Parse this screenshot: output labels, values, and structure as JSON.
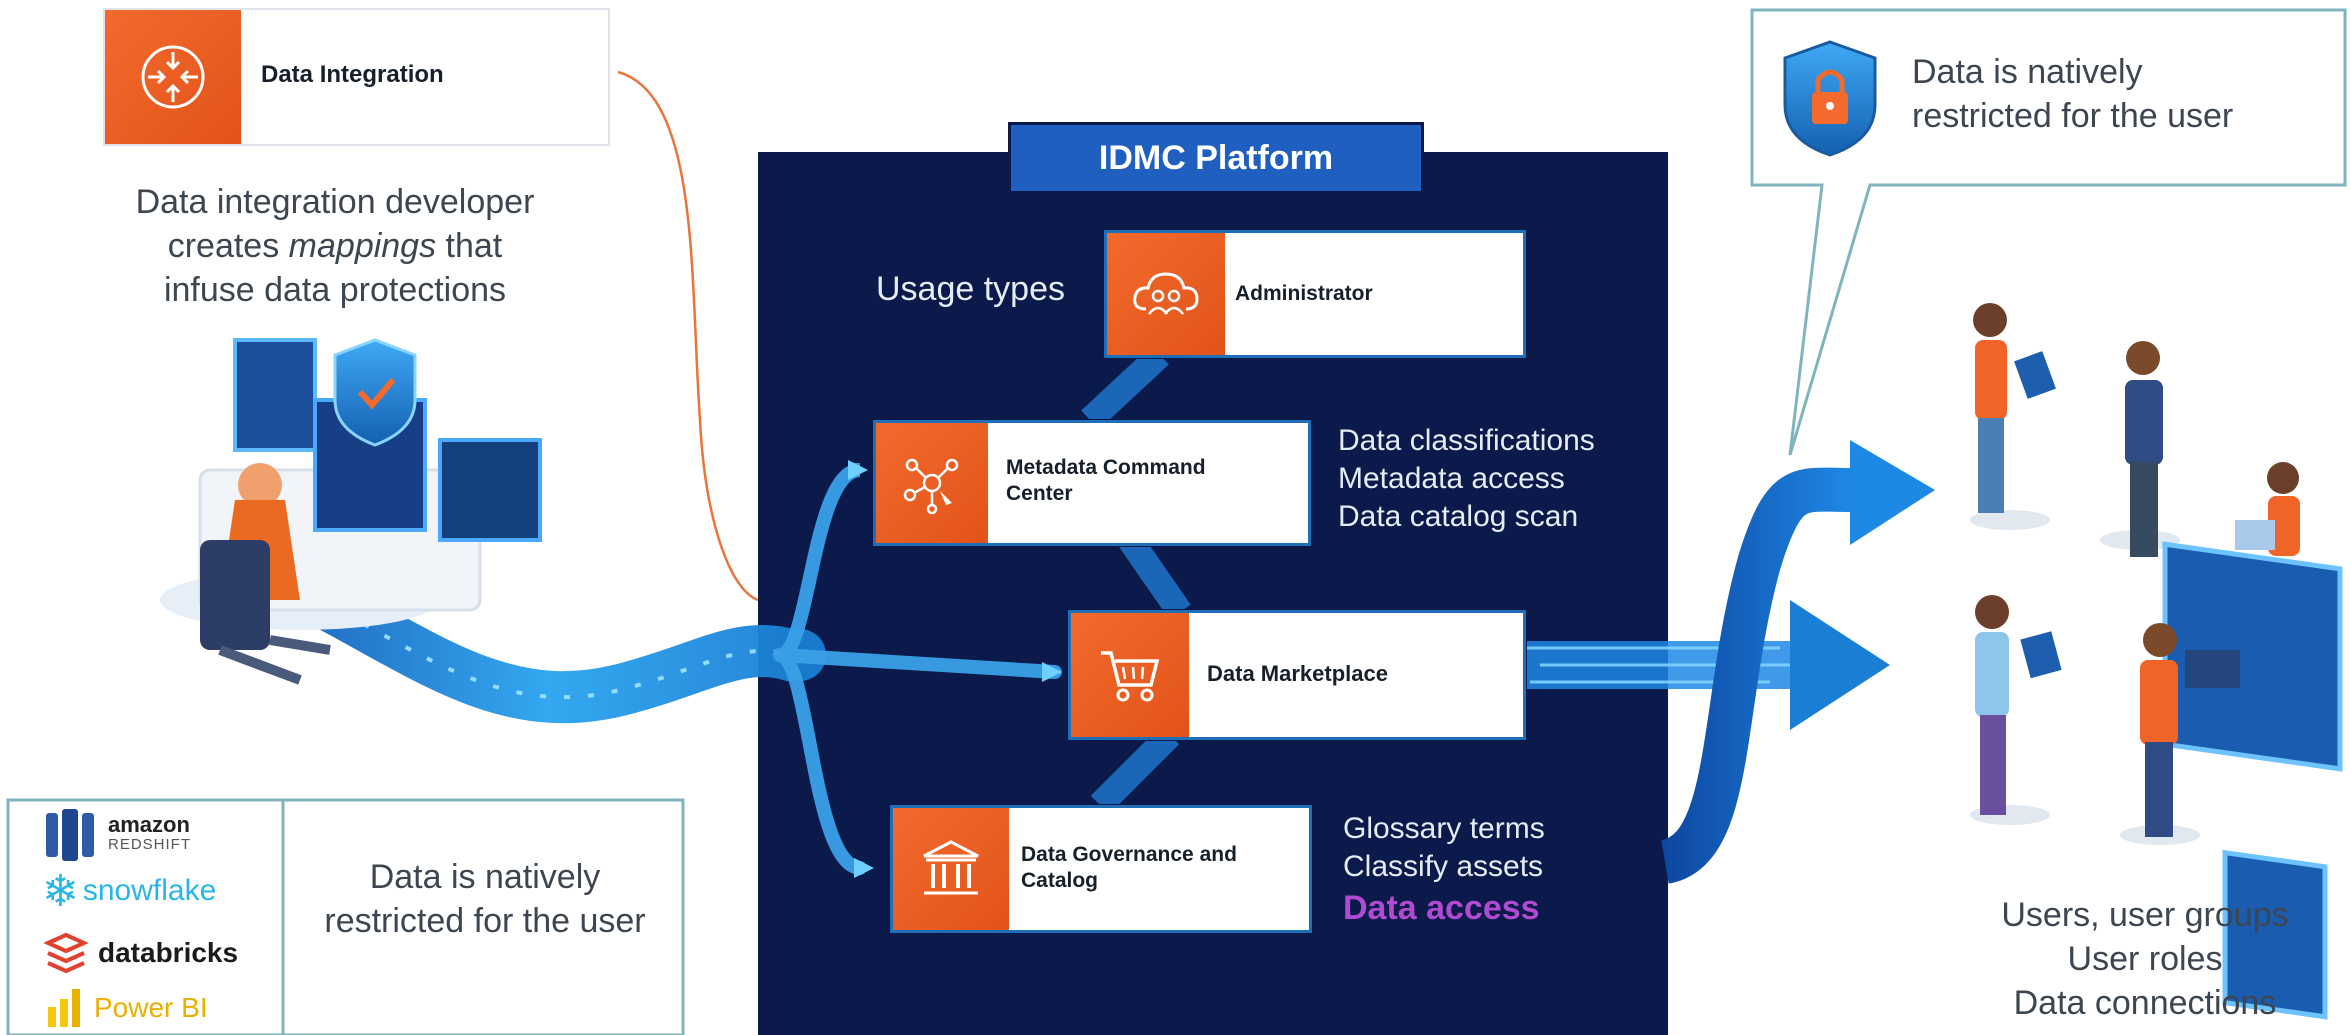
{
  "data_integration": {
    "card_label": "Data Integration",
    "desc_line1": "Data integration developer",
    "desc_line2_prefix": "creates ",
    "desc_line2_em": "mappings",
    "desc_line2_suffix": " that",
    "desc_line3": "infuse data protections"
  },
  "platform": {
    "title": "IDMC Platform",
    "usage_types": "Usage types",
    "administrator": "Administrator",
    "mcc_line1": "Metadata Command",
    "mcc_line2": "Center",
    "mcc_notes": [
      "Data classifications",
      "Metadata access",
      "Data catalog scan"
    ],
    "marketplace": "Data Marketplace",
    "dgc_line1": "Data Governance and",
    "dgc_line2": "Catalog",
    "dgc_notes": [
      "Glossary terms",
      "Classify assets"
    ],
    "dgc_highlight": "Data access"
  },
  "sources": {
    "logos": [
      {
        "line1": "amazon",
        "line2": "REDSHIFT"
      },
      {
        "line1": "snowflake"
      },
      {
        "line1": "databricks"
      },
      {
        "line1": "Power BI"
      }
    ],
    "note_line1": "Data is natively",
    "note_line2": "restricted for the user"
  },
  "users_callout": {
    "line1": "Data is natively",
    "line2": "restricted for the user"
  },
  "users_caption": [
    "Users, user groups",
    "User roles",
    "Data connections"
  ],
  "colors": {
    "orange": "#f06428",
    "navy": "#0b1a4a",
    "flow_blue": "#1e88e5",
    "teal_border": "#7fb4bf",
    "highlight_purple": "#b04ad1"
  }
}
